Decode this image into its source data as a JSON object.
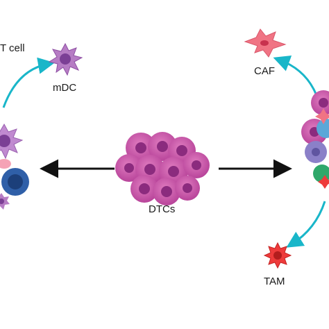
{
  "labels": {
    "t_cell": "T cell",
    "mdc": "mDC",
    "caf": "CAF",
    "dtcs": "DTCs",
    "tam": "TAM"
  },
  "colors": {
    "arrow_teal": "#19b6c9",
    "arrow_black": "#111111",
    "tumor_purple": "#c65aa5",
    "tumor_nucleus": "#8b2b7e",
    "mdc_purple": "#b67cc4",
    "caf_pink": "#f07484",
    "tam_red": "#ee3b3b",
    "blue_cell": "#2f5fa8",
    "green_cell": "#2fa86a"
  }
}
